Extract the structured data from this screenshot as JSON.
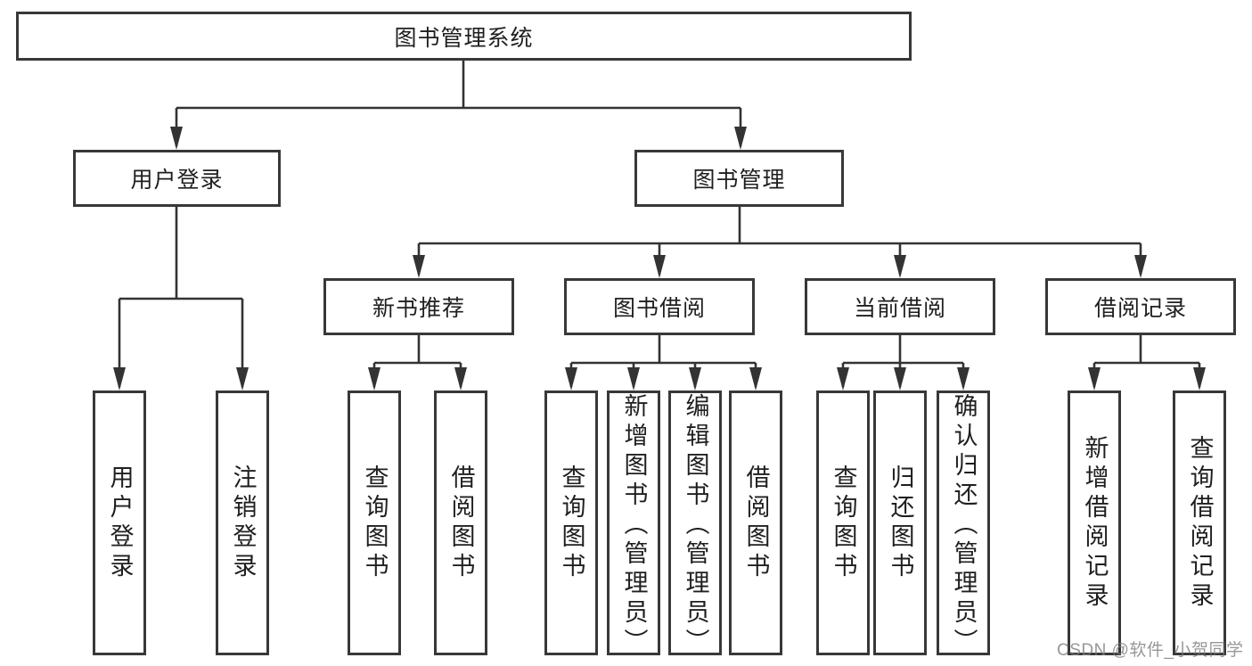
{
  "diagram_title": "图书管理系统",
  "nodes": {
    "root": "图书管理系统",
    "branches": [
      "用户登录",
      "图书管理"
    ],
    "sections": [
      "新书推荐",
      "图书借阅",
      "当前借阅",
      "借阅记录"
    ],
    "leaves": [
      "用户登录",
      "注销登录",
      "查询图书",
      "借阅图书",
      "查询图书",
      "新增图书（管理员）",
      "编辑图书（管理员）",
      "借阅图书",
      "查询图书",
      "归还图书",
      "确认归还（管理员）",
      "新增借阅记录",
      "查询借阅记录"
    ]
  },
  "watermark": "CSDN @软件_小贺同学",
  "colors": {
    "line": "#333333",
    "box_border": "#383838",
    "text": "#1f1f1f",
    "background": "#ffffff",
    "watermark": "#7d7d7d"
  }
}
